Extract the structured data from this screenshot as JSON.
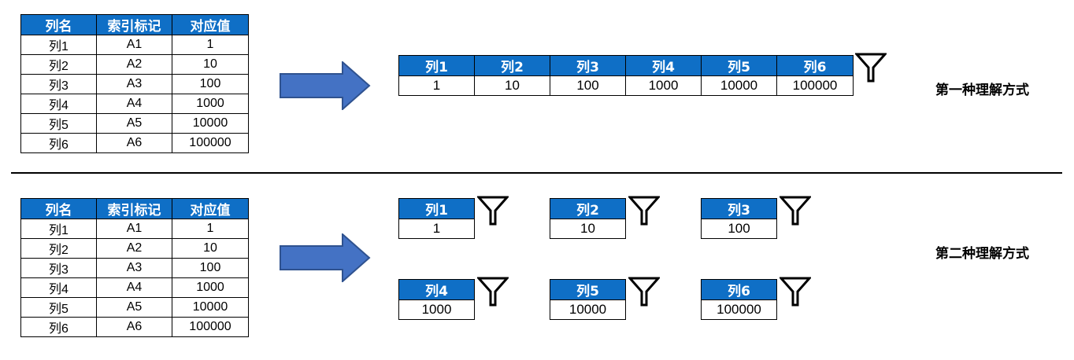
{
  "source_table": {
    "headers": [
      "列名",
      "索引标记",
      "对应值"
    ],
    "rows": [
      [
        "列1",
        "A1",
        "1"
      ],
      [
        "列2",
        "A2",
        "10"
      ],
      [
        "列3",
        "A3",
        "100"
      ],
      [
        "列4",
        "A4",
        "1000"
      ],
      [
        "列5",
        "A5",
        "10000"
      ],
      [
        "列6",
        "A6",
        "100000"
      ]
    ]
  },
  "interpretation_1": {
    "label": "第一种理解方式",
    "columns": [
      "列1",
      "列2",
      "列3",
      "列4",
      "列5",
      "列6"
    ],
    "values": [
      "1",
      "10",
      "100",
      "1000",
      "10000",
      "100000"
    ]
  },
  "interpretation_2": {
    "label": "第二种理解方式",
    "tables": [
      {
        "header": "列1",
        "value": "1"
      },
      {
        "header": "列2",
        "value": "10"
      },
      {
        "header": "列3",
        "value": "100"
      },
      {
        "header": "列4",
        "value": "1000"
      },
      {
        "header": "列5",
        "value": "10000"
      },
      {
        "header": "列6",
        "value": "100000"
      }
    ]
  },
  "colors": {
    "header_bg": "#0f6fc6",
    "arrow_fill": "#4472c4",
    "arrow_stroke": "#2f528f"
  },
  "icons": [
    "arrow-right-icon",
    "filter-funnel-icon"
  ]
}
